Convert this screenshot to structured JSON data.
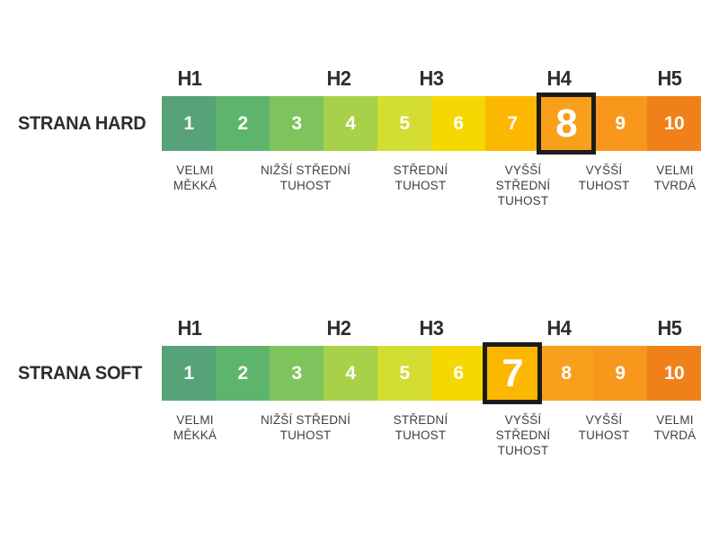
{
  "colors": {
    "background": "#ffffff",
    "text_dark": "#2d2d2d",
    "label_text": "#3f3f3f",
    "highlight_border": "#1b1b1b",
    "number_text": "#ffffff"
  },
  "scale_headers": [
    "H1",
    "H2",
    "H3",
    "H4",
    "H5"
  ],
  "firmness_labels": [
    "VELMI\nMĚKKÁ",
    "NIŽŠÍ STŘEDNÍ\nTUHOST",
    "STŘEDNÍ\nTUHOST",
    "VYŠŠÍ\nSTŘEDNÍ\nTUHOST",
    "VYŠŠÍ\nTUHOST",
    "VELMI\nTVRDÁ"
  ],
  "charts": [
    {
      "side_label": "STRANA HARD",
      "highlighted_value": "8",
      "cells": [
        {
          "value": "1",
          "color": "#57a278",
          "highlighted": false
        },
        {
          "value": "2",
          "color": "#5fb46c",
          "highlighted": false
        },
        {
          "value": "3",
          "color": "#7ec45c",
          "highlighted": false
        },
        {
          "value": "4",
          "color": "#a7d148",
          "highlighted": false
        },
        {
          "value": "5",
          "color": "#d3dd32",
          "highlighted": false
        },
        {
          "value": "6",
          "color": "#f5d801",
          "highlighted": false
        },
        {
          "value": "7",
          "color": "#fcb800",
          "highlighted": false
        },
        {
          "value": "8",
          "color": "#f89f1b",
          "highlighted": true
        },
        {
          "value": "9",
          "color": "#f7981d",
          "highlighted": false
        },
        {
          "value": "10",
          "color": "#f0811a",
          "highlighted": false
        }
      ]
    },
    {
      "side_label": "STRANA SOFT",
      "highlighted_value": "7",
      "cells": [
        {
          "value": "1",
          "color": "#57a278",
          "highlighted": false
        },
        {
          "value": "2",
          "color": "#5fb46c",
          "highlighted": false
        },
        {
          "value": "3",
          "color": "#7ec45c",
          "highlighted": false
        },
        {
          "value": "4",
          "color": "#a7d148",
          "highlighted": false
        },
        {
          "value": "5",
          "color": "#d3dd32",
          "highlighted": false
        },
        {
          "value": "6",
          "color": "#f5d801",
          "highlighted": false
        },
        {
          "value": "7",
          "color": "#fcb800",
          "highlighted": true
        },
        {
          "value": "8",
          "color": "#f89f1b",
          "highlighted": false
        },
        {
          "value": "9",
          "color": "#f7981d",
          "highlighted": false
        },
        {
          "value": "10",
          "color": "#f0811a",
          "highlighted": false
        }
      ]
    }
  ]
}
